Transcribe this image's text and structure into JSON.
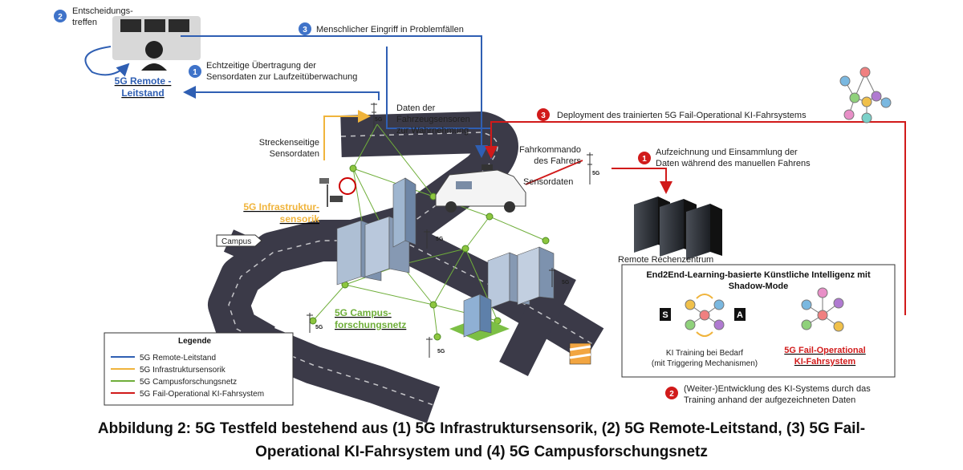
{
  "labels": {
    "decision_meeting_1": "Entscheidungs-",
    "decision_meeting_2": "treffen",
    "remote_center_1": "5G Remote -",
    "remote_center_2": "Leitstand",
    "human_intervention": "Menschlicher Eingriff in Problemfällen",
    "realtime_1": "Echtzeitige Übertragung der",
    "realtime_2": "Sensordaten zur Laufzeitüberwachung",
    "vehicle_sensors_1": "Daten der",
    "vehicle_sensors_2": "Fahrzeugsensoren",
    "vehicle_sensors_3": "zur Wahrnehmung",
    "deployment": "Deployment des trainierten 5G Fail-Operational KI-Fahrsystems",
    "roadside_1": "Streckenseitige",
    "roadside_2": "Sensordaten",
    "driver_cmd_1": "Fahrkommando",
    "driver_cmd_2": "des Fahrers",
    "sensordata": "Sensordaten",
    "recording_1": "Aufzeichnung und Einsammlung der",
    "recording_2": "Daten während des manuellen Fahrens",
    "infra_1": "5G Infrastruktur-",
    "infra_2": "sensorik",
    "campus_sign": "Campus",
    "remote_dc": "Remote Rechenzentrum",
    "campus_net_1": "5G Campus-",
    "campus_net_2": "forschungsnetz",
    "e2e_1": "End2End-Learning-basierte Künstliche Intelligenz mit",
    "e2e_2": "Shadow-Mode",
    "state_s": "S",
    "action_a": "A",
    "ki_training_1": "KI Training bei Bedarf",
    "ki_training_2": "(mit Triggering Mechanismen)",
    "failop_1": "5G Fail-Operational",
    "failop_2": "KI-Fahrsystem",
    "development_1": "(Weiter-)Entwicklung des KI-Systems durch das",
    "development_2": "Training anhand der aufgezeichneten Daten",
    "fiveg": "5G"
  },
  "badges": {
    "one": "1",
    "two": "2",
    "three": "3"
  },
  "legend": {
    "title": "Legende",
    "items": [
      {
        "label": "5G Remote-Leitstand",
        "color": "#2f5fb3"
      },
      {
        "label": "5G Infrastruktursensorik",
        "color": "#f0b43c"
      },
      {
        "label": "5G Campusforschungsnetz",
        "color": "#6fae3a"
      },
      {
        "label": "5G Fail-Operational KI-Fahrsystem",
        "color": "#d11a1a"
      }
    ]
  },
  "caption": {
    "line1": "Abbildung 2: 5G Testfeld bestehend aus (1) 5G Infrastruktursensorik, (2) 5G Remote-Leitstand, (3) 5G Fail-",
    "line2": "Operational KI-Fahrsystem und (4) 5G Campusforschungsnetz"
  },
  "colors": {
    "blue": "#2f5fb3",
    "yellow": "#f0b43c",
    "green": "#6fae3a",
    "red": "#d11a1a",
    "road": "#3b3a48"
  }
}
